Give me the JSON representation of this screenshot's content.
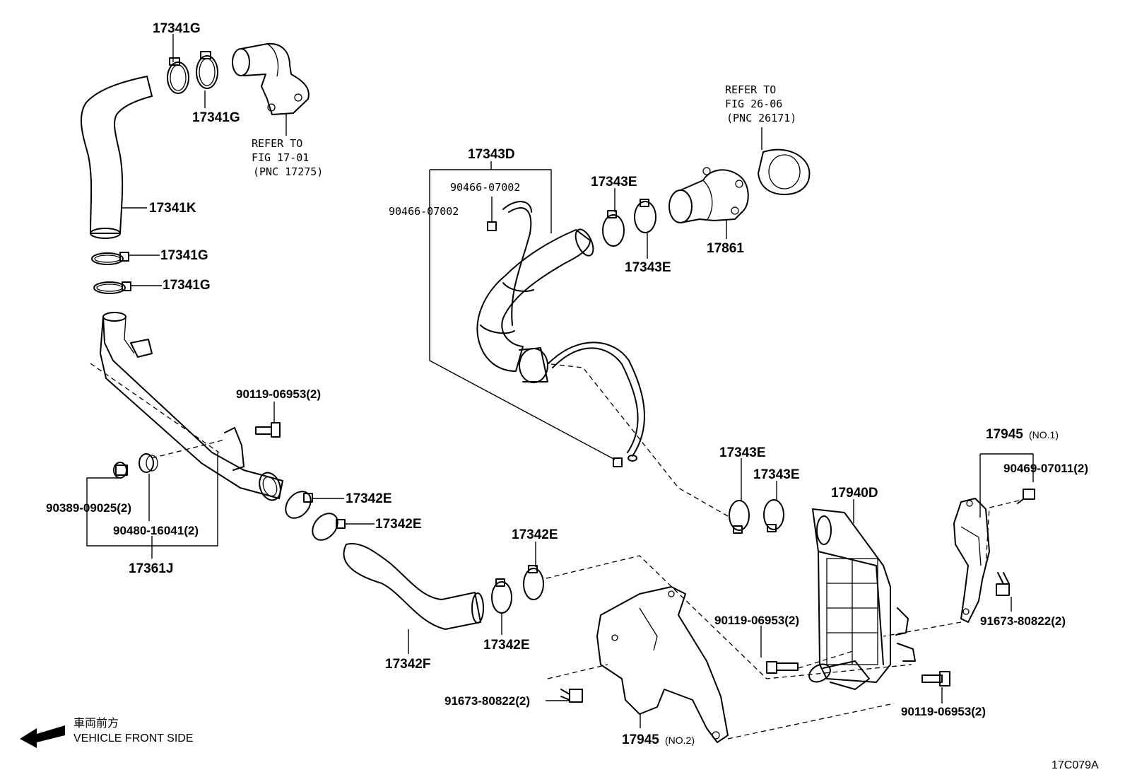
{
  "labels": {
    "p17341g_1": "17341G",
    "p17341g_2": "17341G",
    "p17341k": "17341K",
    "p17341g_3": "17341G",
    "p17341g_4": "17341G",
    "refer_a_1": "REFER TO",
    "refer_a_2": "FIG 17-01",
    "refer_a_3": "(PNC 17275)",
    "p17343d": "17343D",
    "p90466_a": "90466-07002",
    "p90466_b": "90466-07002",
    "p17343e_1": "17343E",
    "p17343e_2": "17343E",
    "refer_b_1": "REFER TO",
    "refer_b_2": "FIG 26-06",
    "refer_b_3": "(PNC 26171)",
    "p17861": "17861",
    "p90119_a": "90119-06953(2)",
    "p90389": "90389-09025(2)",
    "p90480": "90480-16041(2)",
    "p17361j": "17361J",
    "p17342e_1": "17342E",
    "p17342e_2": "17342E",
    "p17342e_3": "17342E",
    "p17342e_4": "17342E",
    "p17342f": "17342F",
    "p17343e_3": "17343E",
    "p17343e_4": "17343E",
    "p17940d": "17940D",
    "p17945_no1": "17945",
    "p17945_no1_suffix": "(NO.1)",
    "p90469": "90469-07011(2)",
    "p91673_a": "91673-80822(2)",
    "p90119_b": "90119-06953(2)",
    "p90119_c": "90119-06953(2)",
    "p91673_b": "91673-80822(2)",
    "p17945_no2": "17945",
    "p17945_no2_suffix": "(NO.2)",
    "front_jp": "車両前方",
    "front_en": "VEHICLE FRONT SIDE",
    "fig_code": "17C079A"
  }
}
